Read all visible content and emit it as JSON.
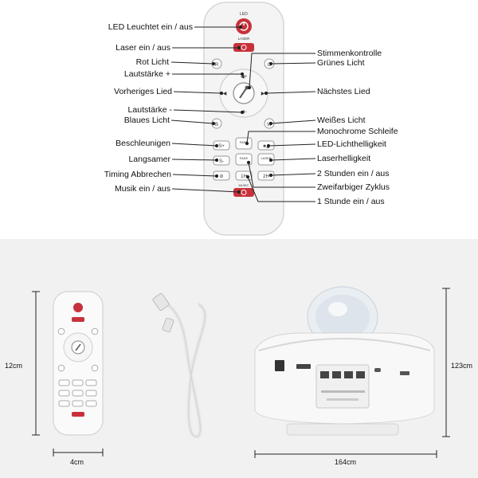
{
  "labels_left": [
    "LED Leuchtet ein / aus",
    "Laser ein / aus",
    "Rot Licht",
    "Lautstärke +",
    "Vorheriges Lied",
    "Lautstärke -",
    "Blaues Licht",
    "Beschleunigen",
    "Langsamer",
    "Timing Abbrechen",
    "Musik ein / aus"
  ],
  "labels_right": [
    "Stimmenkontrolle",
    "Grünes Licht",
    "Nächstes Lied",
    "Weißes Licht",
    "Monochrome Schleife",
    "LED-Lichthelligkeit",
    "Laserhelligkeit",
    "2 Stunden ein / aus",
    "Zweifarbiger Zyklus",
    "1 Stunde ein / aus"
  ],
  "remote_keys": {
    "led": "LED",
    "laser": "LASER",
    "music": "MUSIC",
    "r": "R",
    "g": "G",
    "b": "B",
    "w": "W",
    "s_plus": "S+",
    "s_minus": "S-",
    "fade1": "FADE",
    "fade2": "FADE",
    "laser_light": "LASER",
    "one_h": "1H",
    "two_h": "2H"
  },
  "dimensions": {
    "height": "12cm",
    "width": "4cm",
    "product_width": "164cm",
    "product_height": "123cm"
  },
  "colors": {
    "accent_red": "#c8313b",
    "remote_body": "#f4f4f4"
  }
}
